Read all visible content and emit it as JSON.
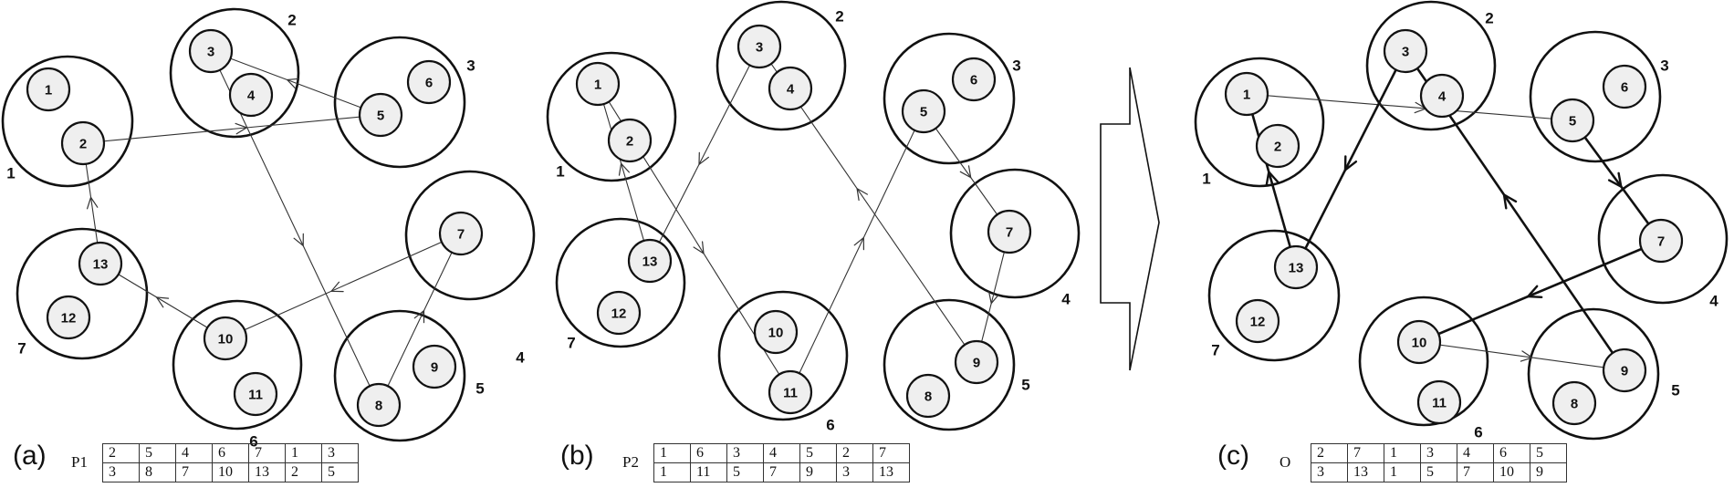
{
  "panels": [
    {
      "id": "a",
      "label": "(a)",
      "table_name": "P1",
      "table_rows": [
        [
          "2",
          "5",
          "4",
          "6",
          "7",
          "1",
          "3"
        ],
        [
          "3",
          "8",
          "7",
          "10",
          "13",
          "2",
          "5"
        ]
      ],
      "clusters": [
        "1",
        "2",
        "3",
        "4",
        "5",
        "6",
        "7"
      ],
      "nodes": [
        "1",
        "2",
        "3",
        "4",
        "5",
        "6",
        "7",
        "8",
        "9",
        "10",
        "11",
        "12",
        "13"
      ],
      "edges": [
        [
          "2",
          "5"
        ],
        [
          "5",
          "3"
        ],
        [
          "3",
          "8"
        ],
        [
          "8",
          "7"
        ],
        [
          "7",
          "10"
        ],
        [
          "10",
          "13"
        ],
        [
          "13",
          "2"
        ]
      ]
    },
    {
      "id": "b",
      "label": "(b)",
      "table_name": "P2",
      "table_rows": [
        [
          "1",
          "6",
          "3",
          "4",
          "5",
          "2",
          "7"
        ],
        [
          "1",
          "11",
          "5",
          "7",
          "9",
          "3",
          "13"
        ]
      ],
      "clusters": [
        "1",
        "2",
        "3",
        "4",
        "5",
        "6",
        "7"
      ],
      "nodes": [
        "1",
        "2",
        "3",
        "4",
        "5",
        "6",
        "7",
        "8",
        "9",
        "10",
        "11",
        "12",
        "13"
      ],
      "edges": [
        [
          "1",
          "11"
        ],
        [
          "11",
          "5"
        ],
        [
          "5",
          "7"
        ],
        [
          "7",
          "9"
        ],
        [
          "9",
          "3"
        ],
        [
          "3",
          "13"
        ],
        [
          "13",
          "1"
        ]
      ]
    },
    {
      "id": "c",
      "label": "(c)",
      "table_name": "O",
      "table_rows": [
        [
          "2",
          "7",
          "1",
          "3",
          "4",
          "6",
          "5"
        ],
        [
          "3",
          "13",
          "1",
          "5",
          "7",
          "10",
          "9"
        ]
      ],
      "clusters": [
        "1",
        "2",
        "3",
        "4",
        "5",
        "6",
        "7"
      ],
      "nodes": [
        "1",
        "2",
        "3",
        "4",
        "5",
        "6",
        "7",
        "8",
        "9",
        "10",
        "11",
        "12",
        "13"
      ],
      "edges": [
        [
          "1",
          "5",
          "thin"
        ],
        [
          "5",
          "7",
          "thick"
        ],
        [
          "7",
          "10",
          "thick"
        ],
        [
          "10",
          "9",
          "thin"
        ],
        [
          "9",
          "3",
          "thick"
        ],
        [
          "3",
          "13",
          "thick"
        ],
        [
          "13",
          "1",
          "thick"
        ]
      ]
    }
  ]
}
